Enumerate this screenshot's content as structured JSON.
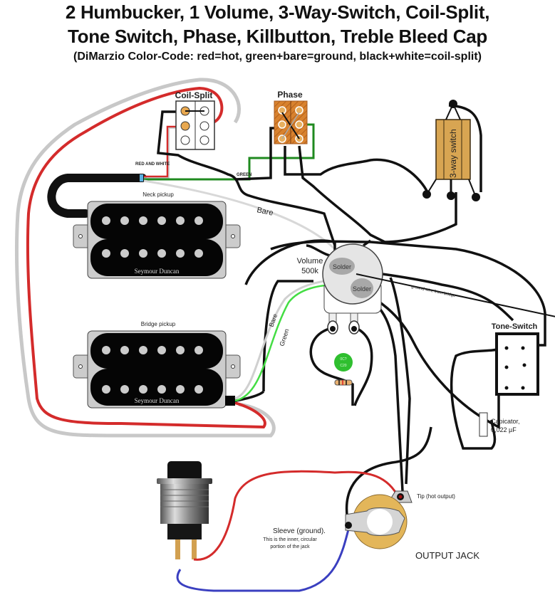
{
  "title": {
    "line1": "2 Humbucker, 1 Volume, 3-Way-Switch, Coil-Split,",
    "line2": "Tone Switch, Phase, Killbutton, Treble Bleed Cap",
    "line3": "(DiMarzio Color-Code: red=hot, green+bare=ground, black+white=coil-split)"
  },
  "components": {
    "coil_split": {
      "label": "Coil-Split"
    },
    "phase": {
      "label": "Phase"
    },
    "three_way": {
      "label": "3-way switch"
    },
    "neck_pickup": {
      "label": "Neck pickup",
      "brand": "Seymour Duncan"
    },
    "bridge_pickup": {
      "label": "Bridge pickup",
      "brand": "Seymour Duncan"
    },
    "volume": {
      "label_line1": "Volume",
      "label_line2": "500k",
      "solder1": "Solder",
      "solder2": "Solder"
    },
    "tone_switch": {
      "label": "Tone-Switch"
    },
    "capacitor": {
      "label_line1": "Capicator,",
      "label_line2": "0,022 µF"
    },
    "treble_cap": {
      "text_line1": "0C?",
      "text_line2": "C20"
    },
    "output_jack": {
      "label": "OUTPUT JACK",
      "tip_label": "Tip (hot output)",
      "sleeve_label": "Sleeve (ground).",
      "sleeve_note_line1": "This is the inner, circular",
      "sleeve_note_line2": "portion of the jack"
    },
    "killbutton": {
      "label": ""
    }
  },
  "wire_labels": {
    "red_and_white": "RED AND WHITE",
    "green": "GREEN",
    "bare_neck": "Bare",
    "bare_bridge": "Bare",
    "green_bridge": "Green",
    "ground_from_bridge": "ground wire from bridge"
  },
  "colors": {
    "hot_red": "#d42b2b",
    "ground_green": "#2faa2f",
    "bright_green": "#44dd44",
    "white_wire": "#c8c8c8",
    "blue_wire": "#3a3fc0",
    "switch_wood": "#d8a552",
    "phase_orange": "#d8822f",
    "jack_gold": "#e3b65a"
  }
}
